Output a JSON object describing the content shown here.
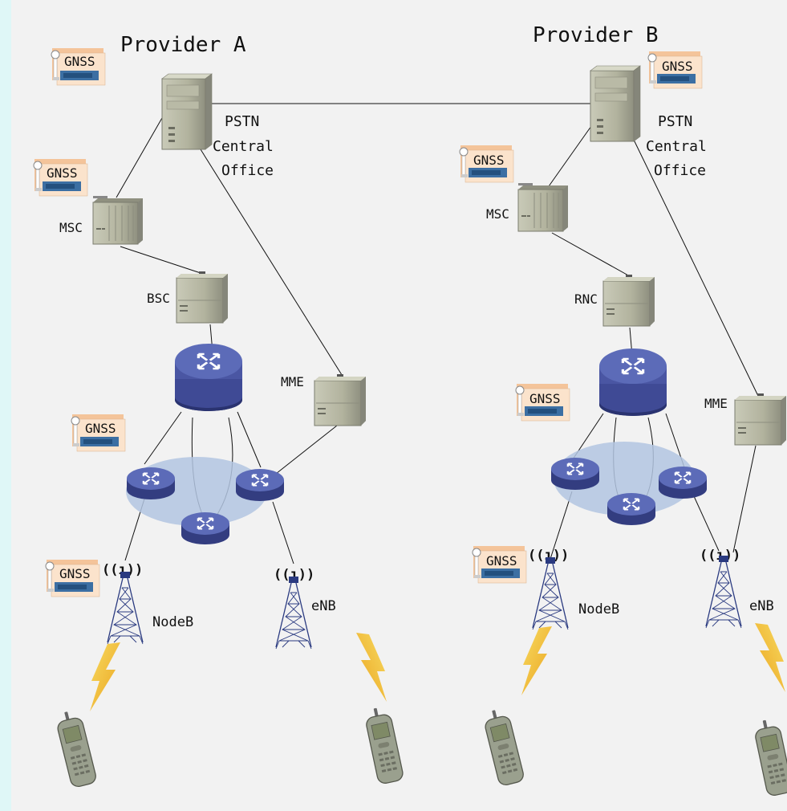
{
  "providers": {
    "a": {
      "title": "Provider A",
      "pstn": [
        "PSTN",
        "Central",
        "Office"
      ],
      "msc": "MSC",
      "bsc": "BSC",
      "mme": "MME",
      "nodeb": "NodeB",
      "enb": "eNB"
    },
    "b": {
      "title": "Provider B",
      "pstn": [
        "PSTN",
        "Central",
        "Office"
      ],
      "msc": "MSC",
      "rnc": "RNC",
      "mme": "MME",
      "nodeb": "NodeB",
      "enb": "eNB"
    }
  },
  "gnss": "GNSS",
  "signal_glyph": "((ı))",
  "colors": {
    "background": "#f2f2f2",
    "left_strip": "#dff7f7",
    "gnss_bg": "#f4c49a",
    "router_top": "#5c6bb8",
    "router_body": "#333d80",
    "ring_fill": "#b3c6e2",
    "server": "#a8a994",
    "lightning": "#f2c326",
    "phone": "#9aa08e"
  }
}
